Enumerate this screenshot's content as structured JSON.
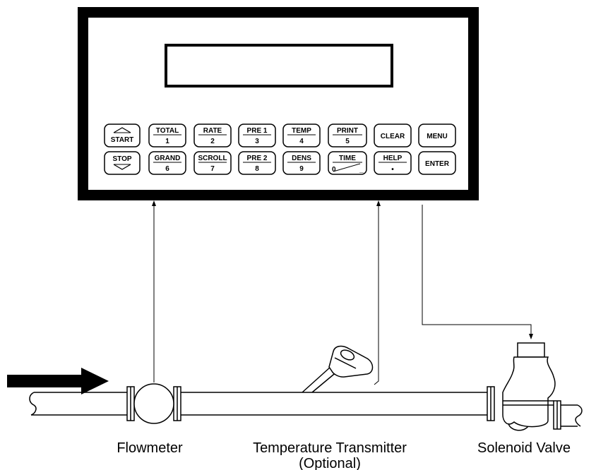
{
  "keypad": {
    "start": "START",
    "stop": "STOP",
    "total": {
      "top": "TOTAL",
      "bottom": "1"
    },
    "rate": {
      "top": "RATE",
      "bottom": "2"
    },
    "pre1": {
      "top": "PRE 1",
      "bottom": "3"
    },
    "temp": {
      "top": "TEMP",
      "bottom": "4"
    },
    "print": {
      "top": "PRINT",
      "bottom": "5"
    },
    "clear": "CLEAR",
    "menu": "MENU",
    "grand": {
      "top": "GRAND",
      "bottom": "6"
    },
    "scroll": {
      "top": "SCROLL",
      "bottom": "7"
    },
    "pre2": {
      "top": "PRE 2",
      "bottom": "8"
    },
    "dens": {
      "top": "DENS",
      "bottom": "9"
    },
    "time": {
      "top": "TIME",
      "bottom_left": "0",
      "bottom_right": "_"
    },
    "help": {
      "top": "HELP",
      "bottom": "•"
    },
    "enter": "ENTER"
  },
  "labels": {
    "flowmeter": "Flowmeter",
    "temperature_transmitter": "Temperature Transmitter",
    "optional": "(Optional)",
    "solenoid_valve": "Solenoid Valve"
  }
}
